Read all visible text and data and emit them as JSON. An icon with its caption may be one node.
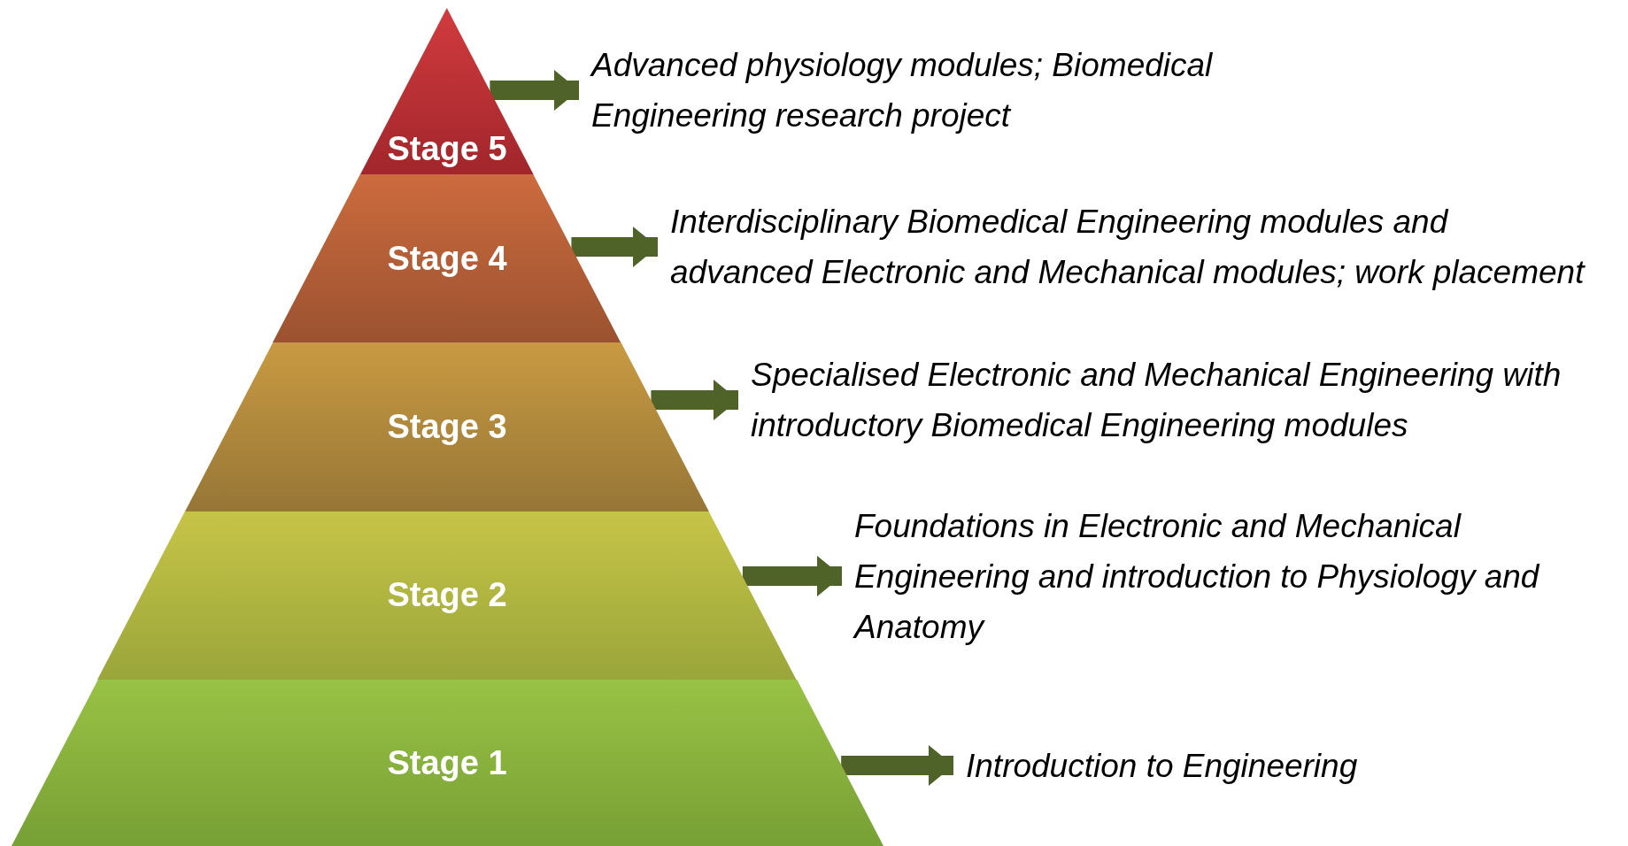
{
  "diagram": {
    "nodes": [
      {
        "text": [
          "Stage 5"
        ]
      },
      {
        "text": [
          "Advanced physiology modules; Biomedical Engineering research project"
        ]
      },
      {
        "text": [
          "Stage 4"
        ]
      },
      {
        "text": [
          "Interdisciplinary Biomedical Engineering modules and advanced Electronic and Mechanical modules; work placement"
        ]
      },
      {
        "text": [
          "Stage 3"
        ]
      },
      {
        "text": [
          "Specialised Electronic and Mechanical Engineering with introductory Biomedical Engineering modules"
        ]
      },
      {
        "text": [
          "Stage 2"
        ]
      },
      {
        "text": [
          "Foundations in Electronic and Mechanical Engineering and introduction to Physiology and Anatomy"
        ]
      },
      {
        "text": [
          "Stage 1"
        ]
      },
      {
        "text": [
          "Introduction to Engineering"
        ]
      }
    ],
    "edges": [
      {
        "from": 0,
        "to": 1,
        "arrow": "to"
      },
      {
        "from": 2,
        "to": 3,
        "arrow": "to"
      },
      {
        "from": 4,
        "to": 5,
        "arrow": "to"
      },
      {
        "from": 6,
        "to": 7,
        "arrow": "to"
      },
      {
        "from": 8,
        "to": 9,
        "arrow": "to"
      }
    ]
  }
}
